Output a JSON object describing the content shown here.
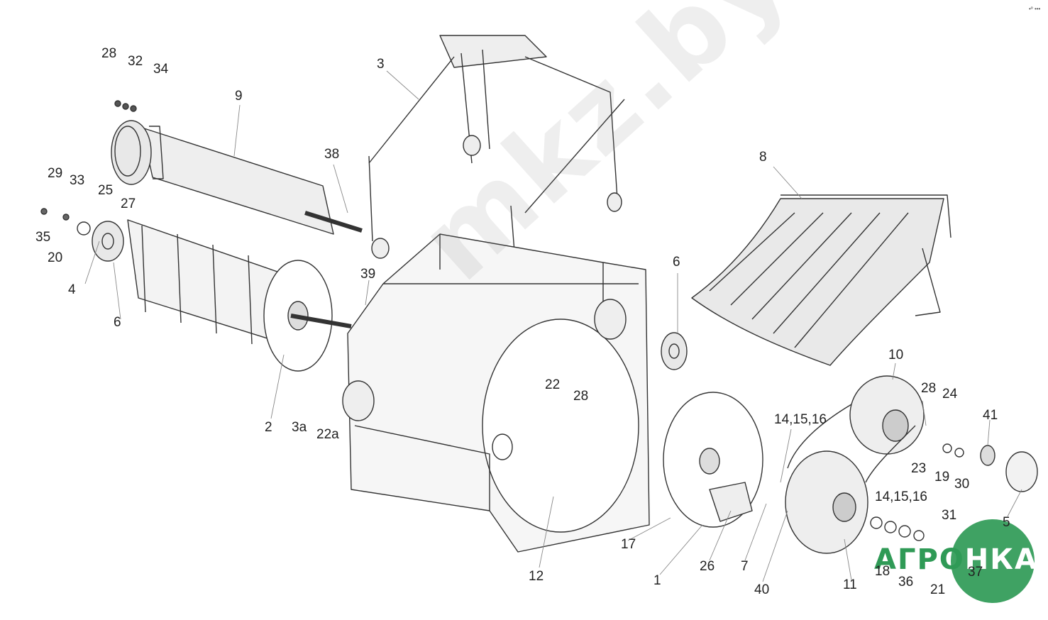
{
  "watermark": "mkz.by",
  "logo": {
    "part1": "АГРО",
    "part2": "НКА"
  },
  "corner_mark": "•º •••",
  "callouts": [
    {
      "id": "c28a",
      "text": "28"
    },
    {
      "id": "c32",
      "text": "32"
    },
    {
      "id": "c34",
      "text": "34"
    },
    {
      "id": "c9",
      "text": "9"
    },
    {
      "id": "c3",
      "text": "3"
    },
    {
      "id": "c38",
      "text": "38"
    },
    {
      "id": "c29",
      "text": "29"
    },
    {
      "id": "c33",
      "text": "33"
    },
    {
      "id": "c25",
      "text": "25"
    },
    {
      "id": "c27",
      "text": "27"
    },
    {
      "id": "c35",
      "text": "35"
    },
    {
      "id": "c20",
      "text": "20"
    },
    {
      "id": "c4",
      "text": "4"
    },
    {
      "id": "c6a",
      "text": "6"
    },
    {
      "id": "c39",
      "text": "39"
    },
    {
      "id": "c8",
      "text": "8"
    },
    {
      "id": "c6b",
      "text": "6"
    },
    {
      "id": "c10",
      "text": "10"
    },
    {
      "id": "c22",
      "text": "22"
    },
    {
      "id": "c28b",
      "text": "28"
    },
    {
      "id": "c2",
      "text": "2"
    },
    {
      "id": "c3a",
      "text": "3а"
    },
    {
      "id": "c22a",
      "text": "22а"
    },
    {
      "id": "c141516a",
      "text": "14,15,16"
    },
    {
      "id": "c28c",
      "text": "28"
    },
    {
      "id": "c24",
      "text": "24"
    },
    {
      "id": "c41",
      "text": "41"
    },
    {
      "id": "c23",
      "text": "23"
    },
    {
      "id": "c19",
      "text": "19"
    },
    {
      "id": "c30",
      "text": "30"
    },
    {
      "id": "c141516b",
      "text": "14,15,16"
    },
    {
      "id": "c31",
      "text": "31"
    },
    {
      "id": "c5",
      "text": "5"
    },
    {
      "id": "c17",
      "text": "17"
    },
    {
      "id": "c12",
      "text": "12"
    },
    {
      "id": "c1",
      "text": "1"
    },
    {
      "id": "c26",
      "text": "26"
    },
    {
      "id": "c7",
      "text": "7"
    },
    {
      "id": "c40",
      "text": "40"
    },
    {
      "id": "c11",
      "text": "11"
    },
    {
      "id": "c18",
      "text": "18"
    },
    {
      "id": "c36",
      "text": "36"
    },
    {
      "id": "c21",
      "text": "21"
    },
    {
      "id": "c37",
      "text": "37"
    }
  ]
}
